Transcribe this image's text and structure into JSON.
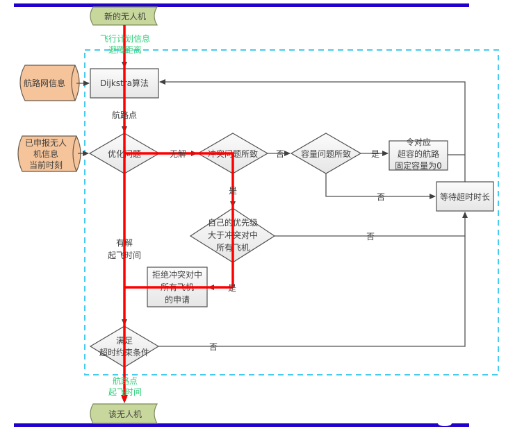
{
  "diagram": {
    "colors": {
      "top_bar": "#2200cc",
      "dashed_border": "#44ccee",
      "terminal_fill": "#c8d89c",
      "cylinder_fill": "#f5c49a",
      "process_fill": "#f2f2f2",
      "edge": "#505050",
      "highlight_path": "#ff0000",
      "green_label": "#2ecf7a"
    },
    "nodes": {
      "start": "新的无人机",
      "end": "该无人机",
      "route_network": "航路网信息",
      "reported_uav": [
        "已申报无人",
        "机信息",
        "当前时刻"
      ],
      "dijkstra": "Dijkstra算法",
      "optimize": "优化问题",
      "conflict": "冲突问题所致",
      "capacity": "容量问题所致",
      "set_capacity": [
        "令对应",
        "超容的航路",
        "固定容量为0"
      ],
      "wait": "等待超时时长",
      "priority": [
        "自己的优先级",
        "大于冲突对中",
        "所有飞机"
      ],
      "reject": [
        "拒绝冲突对中",
        "所有飞机",
        "的申请"
      ],
      "timeout_check": [
        "满足",
        "超时约束条件"
      ]
    },
    "labels": {
      "input_top": [
        "飞行计划信息",
        "避障距离"
      ],
      "waypoints": "航路点",
      "no_solution": "无解",
      "no1": "否",
      "yes1": "是",
      "yes_conflict": "是",
      "no_capacity": "否",
      "no_priority": "否",
      "yes_priority": "是",
      "has_solution": [
        "有解",
        "起飞时间"
      ],
      "no_timeout": "否",
      "output_bottom": [
        "航路点",
        "起飞时间"
      ]
    }
  }
}
